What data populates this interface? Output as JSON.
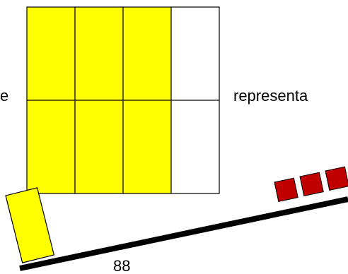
{
  "fraction_model": {
    "grid_rows": 2,
    "grid_columns": 4,
    "shaded_fraction": "6/8",
    "shaded_cells": [
      [
        true,
        true,
        true,
        false
      ],
      [
        true,
        true,
        true,
        false
      ]
    ]
  },
  "texts": {
    "left_text": "e",
    "right_text": "representa",
    "page_number": "88"
  },
  "ramp": {
    "small_block_count": 3
  },
  "colors": {
    "shaded": "#ffff00",
    "unshaded": "#ffffff",
    "outline": "#000000",
    "small_block": "#c00000",
    "ramp": "#000000"
  }
}
